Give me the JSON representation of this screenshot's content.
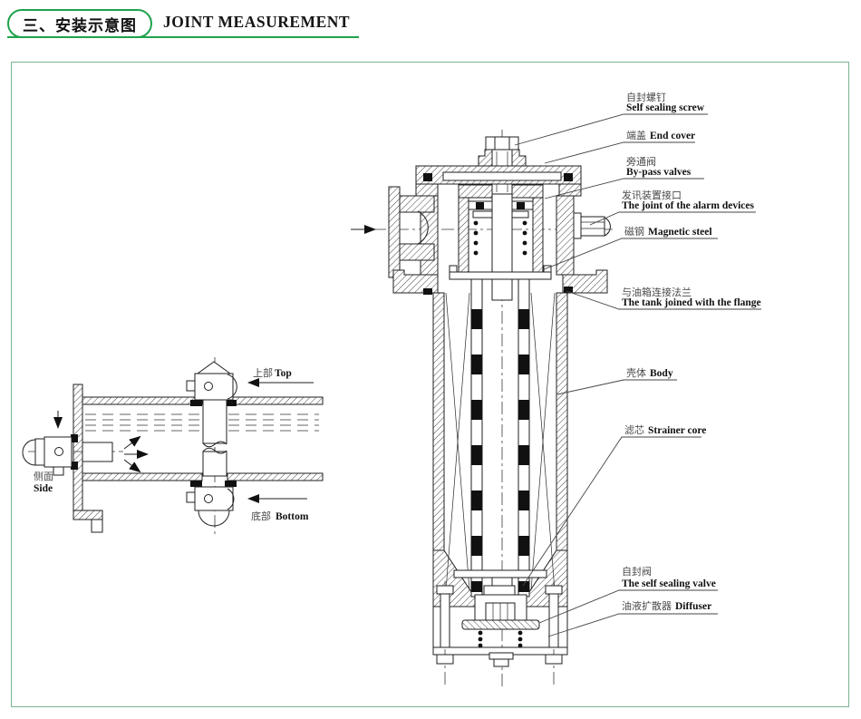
{
  "header": {
    "section_zh": "三、安装示意图",
    "title_en": "JOINT MEASUREMENT"
  },
  "colors": {
    "accent_green": "#1ea24c",
    "panel_border": "#7bb491",
    "ink": "#1f1f1f"
  },
  "tank_view": {
    "top_zh": "上部",
    "top_en": "Top",
    "side_zh": "侧面",
    "side_en": "Side",
    "bottom_zh": "底部",
    "bottom_en": "Bottom"
  },
  "callouts": [
    {
      "zh": "自封螺钉",
      "en": "Self sealing screw"
    },
    {
      "zh": "端盖",
      "en": "End cover"
    },
    {
      "zh": "旁通阀",
      "en": "By-pass valves"
    },
    {
      "zh": "发讯装置接口",
      "en": "The joint of the alarm devices"
    },
    {
      "zh": "磁钢",
      "en": "Magnetic steel"
    },
    {
      "zh": "与油箱连接法兰",
      "en": "The tank joined with the flange"
    },
    {
      "zh": "壳体",
      "en": "Body"
    },
    {
      "zh": "滤芯",
      "en": "Strainer core"
    },
    {
      "zh": "自封阀",
      "en": "The self sealing valve"
    },
    {
      "zh": "油液扩散器",
      "en": "Diffuser"
    }
  ]
}
